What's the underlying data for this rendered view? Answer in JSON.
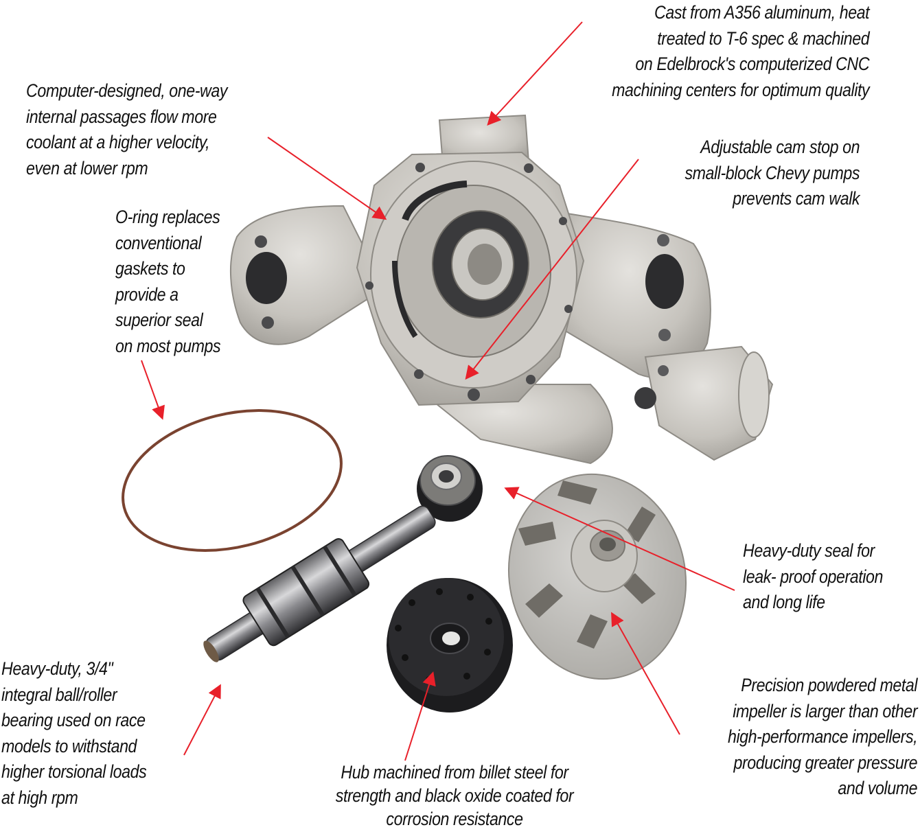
{
  "colors": {
    "arrow": "#e8202a",
    "text": "#111111",
    "aluminum": "#c9c7c2",
    "aluminum_dark": "#8e8b85",
    "steel_black": "#1c1c1e",
    "oring": "#7a4330"
  },
  "callouts": {
    "cast": [
      "Cast from A356 aluminum, heat",
      "treated to T-6 spec & machined",
      "on Edelbrock's computerized CNC",
      "machining centers for optimum quality"
    ],
    "passages": [
      "Computer-designed, one-way",
      "internal passages flow more",
      "coolant at a higher velocity,",
      "even at lower rpm"
    ],
    "camstop": [
      "Adjustable cam stop on",
      "small-block Chevy pumps",
      "prevents cam walk"
    ],
    "oring": [
      "O-ring replaces",
      "conventional",
      "gaskets to",
      "provide a",
      "superior seal",
      "on most pumps"
    ],
    "seal": [
      "Heavy-duty seal for",
      "leak- proof operation",
      "and long life"
    ],
    "bearing": [
      "Heavy-duty, 3/4\"",
      "integral ball/roller",
      "bearing used on race",
      "models to withstand",
      "higher torsional loads",
      "at high rpm"
    ],
    "impeller": [
      "Precision powdered metal",
      "impeller is larger than other",
      "high-performance impellers,",
      "producing greater pressure",
      "and volume"
    ],
    "hub": [
      "Hub machined from billet steel for",
      "strength and black oxide coated for",
      "corrosion resistance"
    ]
  }
}
